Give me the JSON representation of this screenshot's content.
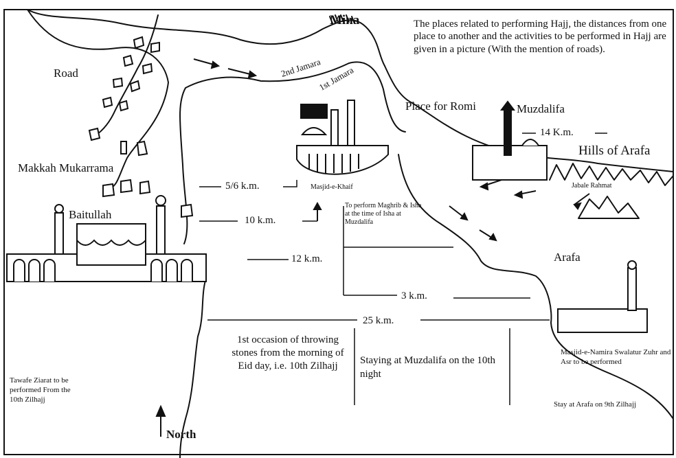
{
  "title_places": {
    "mina": "Mina",
    "muzdalifa": "Muzdalifa",
    "arafa": "Arafa",
    "hills_of_arafa": "Hills of Arafa",
    "makkah": "Makkah Mukarrama",
    "baitullah": "Baitullah",
    "masjid_khaif": "Masjid-e-Khaif",
    "jabale_rahmat": "Jabale Rahmat",
    "place_for_romi": "Place for Romi",
    "road": "Road",
    "north": "North",
    "jamara_2": "2nd Jamara",
    "jamara_1": "1st Jamara"
  },
  "description": "The places related to performing Hajj, the distances from one place to another and the activities to be performed in Hajj are given in a picture (With the mention of roads).",
  "distances": {
    "d_5_6": "5/6 k.m.",
    "d_10": "10 k.m.",
    "d_12": "12 k.m.",
    "d_3": "3 k.m.",
    "d_25": "25 k.m.",
    "d_14": "14 K.m."
  },
  "notes": {
    "maghrib_isha": "To perform Maghrib & Isha at the time of Isha at Muzdalifa",
    "first_throwing": "1st occasion of throwing stones from the morning of Eid day, i.e. 10th Zilhajj",
    "staying_muzdalifa": "Staying at Muzdalifa on the 10th night",
    "tawafe_ziarat": "Tawafe Ziarat to be performed From the 10th Zilhajj",
    "masjid_namira": "Masjid-e-Namira Swalatur Zuhr and Asr to be performed",
    "stay_arafa": "Stay at Arafa on 9th Zilhajj"
  },
  "colors": {
    "ink": "#111111",
    "paper": "#ffffff"
  }
}
